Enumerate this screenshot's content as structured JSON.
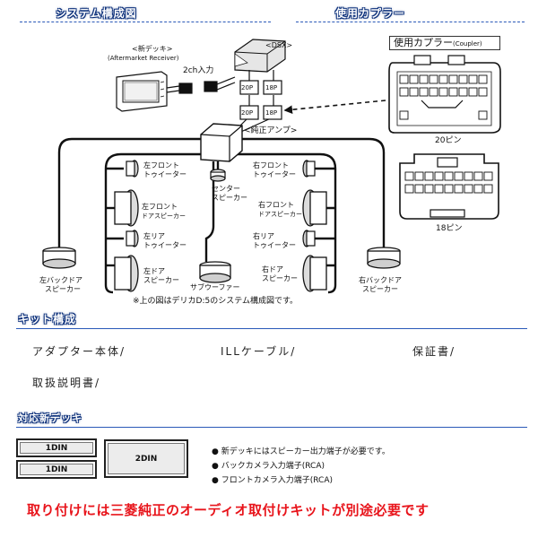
{
  "system": {
    "title": "システム構成図",
    "dsx_label": "<DSX>",
    "new_deck_label_1": "<新デッキ>",
    "new_deck_label_2": "(Aftermarket Receiver)",
    "input_2ch": "2ch入力",
    "pin_20p_a": "20P",
    "pin_18p_a": "18P",
    "pin_20p_b": "20P",
    "pin_18p_b": "18P",
    "oem_amp": "<純正アンプ>",
    "speakers": {
      "left_front_tweeter": [
        "左フロント",
        "トゥイーター"
      ],
      "left_front_door": [
        "左フロント",
        "ドアスピーカー"
      ],
      "left_rear_tweeter": [
        "左リア",
        "トゥイーター"
      ],
      "left_door": [
        "左ドア",
        "スピーカー"
      ],
      "left_back_door": [
        "左バックドア",
        "スピーカー"
      ],
      "center": [
        "センター",
        "スピーカー"
      ],
      "subwoofer": "サブウーファー",
      "right_front_tweeter": [
        "右フロント",
        "トゥイーター"
      ],
      "right_front_door": [
        "右フロント",
        "ドアスピーカー"
      ],
      "right_rear_tweeter": [
        "右リア",
        "トゥイーター"
      ],
      "right_door": [
        "右ドア",
        "スピーカー"
      ],
      "right_back_door": [
        "右バックドア",
        "スピーカー"
      ]
    },
    "note": "※上の図はデリカD:5のシステム構成図です。"
  },
  "coupler": {
    "header": "使用カプラー",
    "box_title": "使用カプラー",
    "box_title_en": "(Coupler)",
    "pin20": "20ピン",
    "pin18": "18ピン"
  },
  "kit": {
    "title": "キット構成",
    "items": [
      "アダプター本体/",
      "ILLケーブル/",
      "保証書/",
      "取扱説明書/"
    ]
  },
  "decks": {
    "title": "対応新デッキ",
    "din1_a": "1DIN",
    "din1_b": "1DIN",
    "din2": "2DIN",
    "bullets": [
      "新デッキにはスピーカー出力端子が必要です。",
      "バックカメラ入力端子(RCA)",
      "フロントカメラ入力端子(RCA)"
    ]
  },
  "bottom_note": "取り付けには三菱純正のオーディオ取付けキットが別途必要です"
}
